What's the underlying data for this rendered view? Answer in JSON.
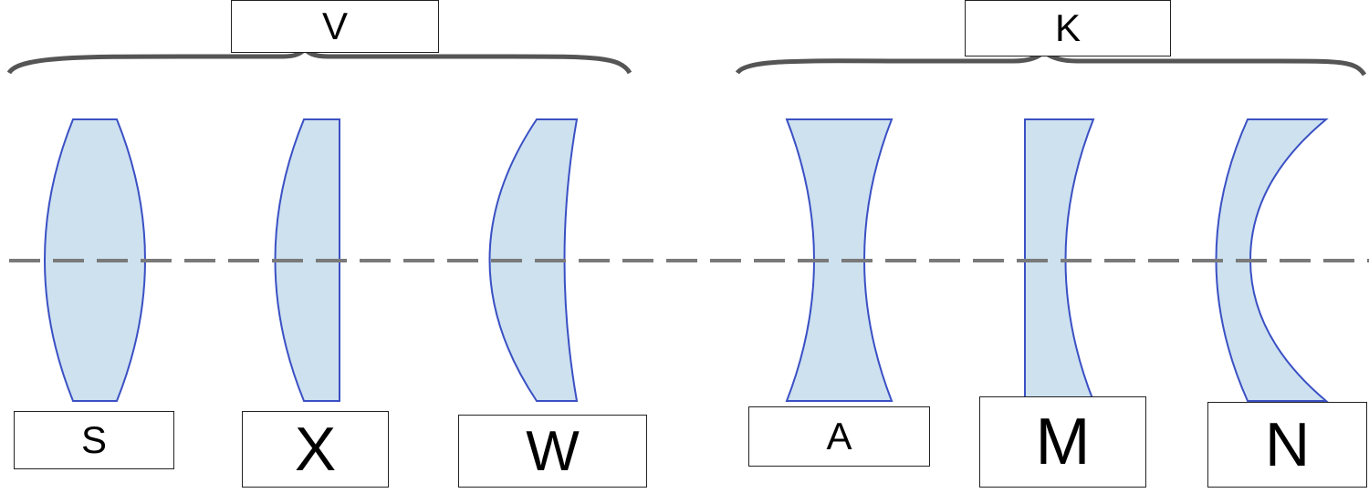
{
  "groups": {
    "left": {
      "label": "V"
    },
    "right": {
      "label": "K"
    }
  },
  "lenses": [
    {
      "label": "S",
      "shape": "biconvex"
    },
    {
      "label": "X",
      "shape": "plano-convex"
    },
    {
      "label": "W",
      "shape": "positive-meniscus"
    },
    {
      "label": "A",
      "shape": "biconcave"
    },
    {
      "label": "M",
      "shape": "plano-concave"
    },
    {
      "label": "N",
      "shape": "negative-meniscus"
    }
  ],
  "colors": {
    "lens_fill": "#cde1ef",
    "lens_stroke": "#3a50c4",
    "brace": "#555555",
    "optical_axis": "#7a7a7a"
  }
}
